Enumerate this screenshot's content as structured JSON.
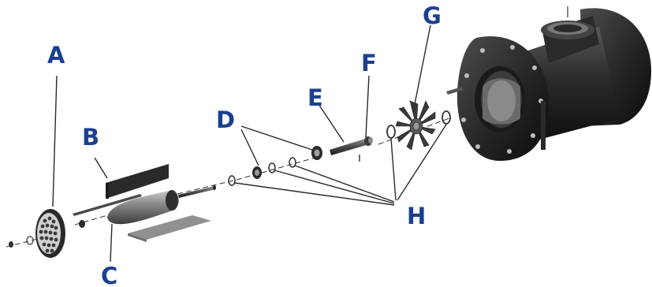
{
  "callouts": {
    "a": "A",
    "b": "B",
    "c": "C",
    "d": "D",
    "e": "E",
    "f": "F",
    "g": "G",
    "h": "H"
  },
  "colors": {
    "callout_text": "#1c3f8f",
    "body_dark": "#1a1a1a",
    "body_mid": "#3a3a3a",
    "part_grey": "#8c8c8c"
  }
}
